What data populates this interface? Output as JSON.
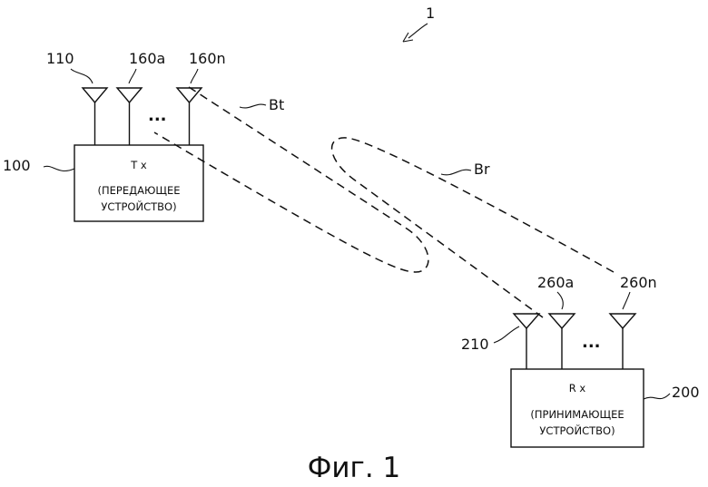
{
  "figure": {
    "ref_system": "1",
    "caption": "Фиг. 1"
  },
  "transmitter": {
    "ref": "100",
    "line1": "T x",
    "line2": "(ПЕРЕДАЮЩЕЕ",
    "line3": "УСТРОЙСТВО)",
    "antenna_refs": [
      "110",
      "160a",
      "160n"
    ],
    "ellipsis": "..."
  },
  "receiver": {
    "ref": "200",
    "line1": "R x",
    "line2": "(ПРИНИМАЮЩЕЕ",
    "line3": "УСТРОЙСТВО)",
    "antenna_refs": [
      "210",
      "260a",
      "260n"
    ],
    "ellipsis": "..."
  },
  "beams": {
    "tx_beam": "Bt",
    "rx_beam": "Br"
  }
}
